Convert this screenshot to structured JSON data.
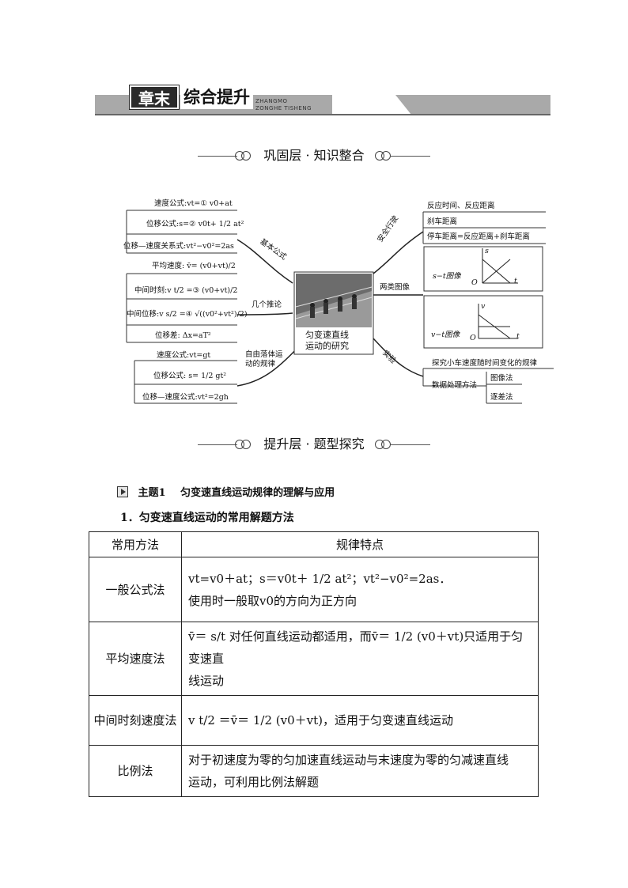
{
  "banner": {
    "tag_dark": "章末",
    "tag_light": "综合提升",
    "pinyin_1": "ZHANGMO",
    "pinyin_2": "ZONGHE TISHENG"
  },
  "section1": {
    "title": "巩固层 · 知识整合"
  },
  "mindmap": {
    "center_title_1": "匀变速直线",
    "center_title_2": "运动的研究",
    "branch_basic": "基本公式",
    "branch_inference": "几个推论",
    "branch_freefall_1": "自由落体运",
    "branch_freefall_2": "动的规律",
    "branch_safety": "安全行驶",
    "branch_graphs": "两类图像",
    "branch_experiment": "实验",
    "basic": {
      "speed": "速度公式:vt=① v0+at",
      "displacement": "位移公式:s=② v0t+ 1/2 at²",
      "relation": "位移—速度关系式:vt²−v0²=2as"
    },
    "inference": {
      "avg": "平均速度: v̄= (v0+vt)/2",
      "mid_time": "中间时刻:v t/2 =③ (v0+vt)/2",
      "mid_disp": "中间位移:v s/2 =④ √((v0²+vt²)/2)",
      "diff": "位移差: Δx=aT²"
    },
    "freefall": {
      "speed": "速度公式:vt=gt",
      "displacement": "位移公式: s= 1/2 gt²",
      "relation": "位移—速度公式:vt²=2gh"
    },
    "safety": {
      "reaction": "反应时间、反应距离",
      "braking": "刹车距离",
      "stopping": "停车距离=反应距离+刹车距离"
    },
    "graphs": {
      "st": "s−t图像",
      "vt": "v−t图像",
      "axis_s": "s",
      "axis_v": "v",
      "axis_t": "t",
      "origin": "O"
    },
    "experiment": {
      "explore": "探究小车速度随时间变化的规律",
      "processing": "数据处理方法",
      "graph_method": "图像法",
      "diff_method": "逐差法"
    }
  },
  "section2": {
    "title": "提升层 · 题型探究"
  },
  "topic1": {
    "label": "主题1",
    "title": "匀变速直线运动规律的理解与应用"
  },
  "sub1": {
    "title": "1．匀变速直线运动的常用解题方法"
  },
  "table": {
    "headers": [
      "常用方法",
      "规律特点"
    ],
    "rows": [
      {
        "name": "一般公式法",
        "line1": "vt=v0＋at；s＝v0t＋ 1/2 at²；vt²−v0²=2as．",
        "line2": "使用时一般取v0的方向为正方向"
      },
      {
        "name": "平均速度法",
        "line1": "v̄＝ s/t 对任何直线运动都适用，而v̄＝ 1/2 (v0＋vt)只适用于匀变速直",
        "line2": "线运动"
      },
      {
        "name": "中间时刻速度法",
        "line1": "v t/2 ＝v̄＝ 1/2 (v0＋vt)，适用于匀变速直线运动",
        "line2": ""
      },
      {
        "name": "比例法",
        "line1": "对于初速度为零的匀加速直线运动与末速度为零的匀减速直线",
        "line2": "运动，可利用比例法解题"
      }
    ]
  }
}
